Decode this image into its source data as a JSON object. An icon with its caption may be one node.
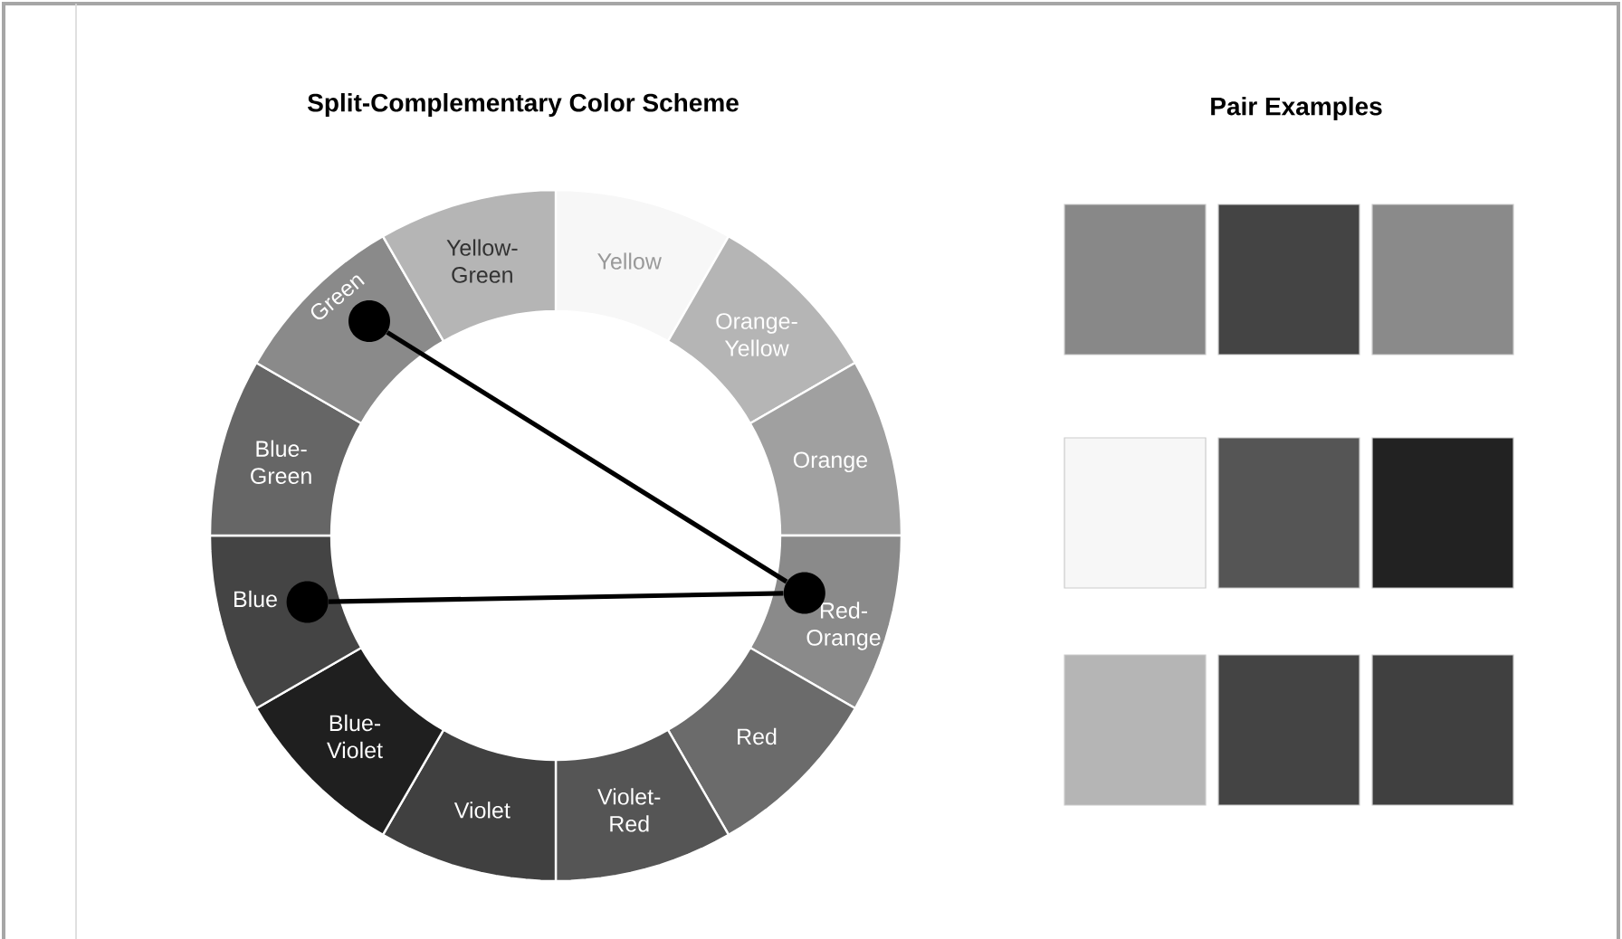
{
  "diagram": {
    "title": "Split-Complementary Color Scheme",
    "nodes": [
      {
        "text": [
          "Yellow"
        ]
      },
      {
        "text": [
          "Orange-Yellow"
        ]
      },
      {
        "text": [
          "Orange"
        ]
      },
      {
        "text": [
          "Red-Orange"
        ]
      },
      {
        "text": [
          "Red"
        ]
      },
      {
        "text": [
          "Violet-Red"
        ]
      },
      {
        "text": [
          "Violet"
        ]
      },
      {
        "text": [
          "Blue-Violet"
        ]
      },
      {
        "text": [
          "Blue"
        ]
      },
      {
        "text": [
          "Blue-Green"
        ]
      },
      {
        "text": [
          "Green"
        ]
      },
      {
        "text": [
          "Yellow-Green"
        ]
      },
      {
        "text": [],
        "shape": "circle",
        "in": 10
      },
      {
        "text": [],
        "shape": "circle",
        "in": 8
      },
      {
        "text": [],
        "shape": "circle",
        "in": 3
      }
    ],
    "edges": [
      {
        "from": 12,
        "to": 14,
        "arrow": "none"
      },
      {
        "from": 13,
        "to": 14,
        "arrow": "none"
      }
    ],
    "labels": [
      "Pair Examples"
    ]
  }
}
